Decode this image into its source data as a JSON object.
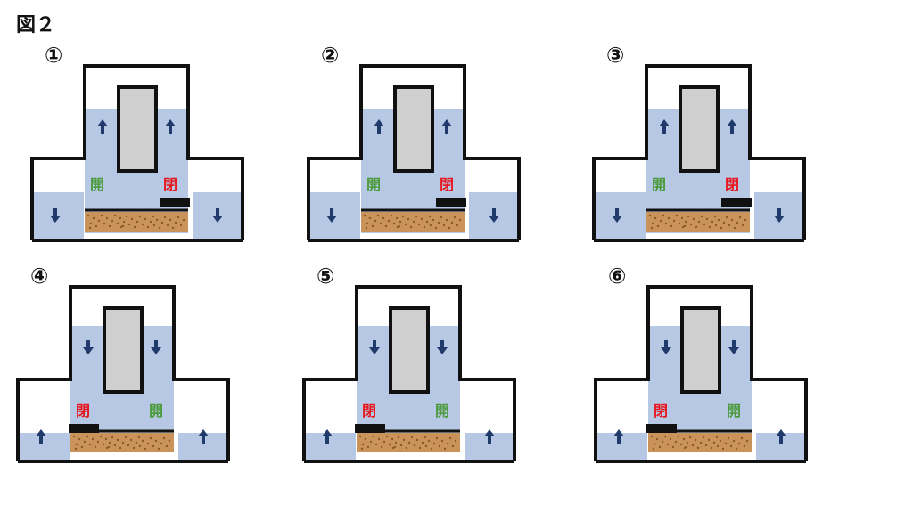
{
  "figure_title": "図２",
  "colors": {
    "water": "#b6c8e4",
    "outline": "#111111",
    "core": "#cfcfcf",
    "sand": "#c9935a",
    "arrow": "#1f3a6b",
    "open_label": "#4a9a3a",
    "closed_label": "#e8131a",
    "valve": "#111111"
  },
  "panels": [
    {
      "number": "①",
      "left_label": "開",
      "right_label": "閉",
      "left_state": "open",
      "right_state": "closed",
      "tower_arrow": "up",
      "side_arrow": "down"
    },
    {
      "number": "②",
      "left_label": "開",
      "right_label": "閉",
      "left_state": "open",
      "right_state": "closed",
      "tower_arrow": "up",
      "side_arrow": "down"
    },
    {
      "number": "③",
      "left_label": "開",
      "right_label": "閉",
      "left_state": "open",
      "right_state": "closed",
      "tower_arrow": "up",
      "side_arrow": "down"
    },
    {
      "number": "④",
      "left_label": "閉",
      "right_label": "開",
      "left_state": "closed",
      "right_state": "open",
      "tower_arrow": "down",
      "side_arrow": "up"
    },
    {
      "number": "⑤",
      "left_label": "閉",
      "right_label": "開",
      "left_state": "closed",
      "right_state": "open",
      "tower_arrow": "down",
      "side_arrow": "up"
    },
    {
      "number": "⑥",
      "left_label": "閉",
      "right_label": "開",
      "left_state": "closed",
      "right_state": "open",
      "tower_arrow": "down",
      "side_arrow": "up"
    }
  ]
}
